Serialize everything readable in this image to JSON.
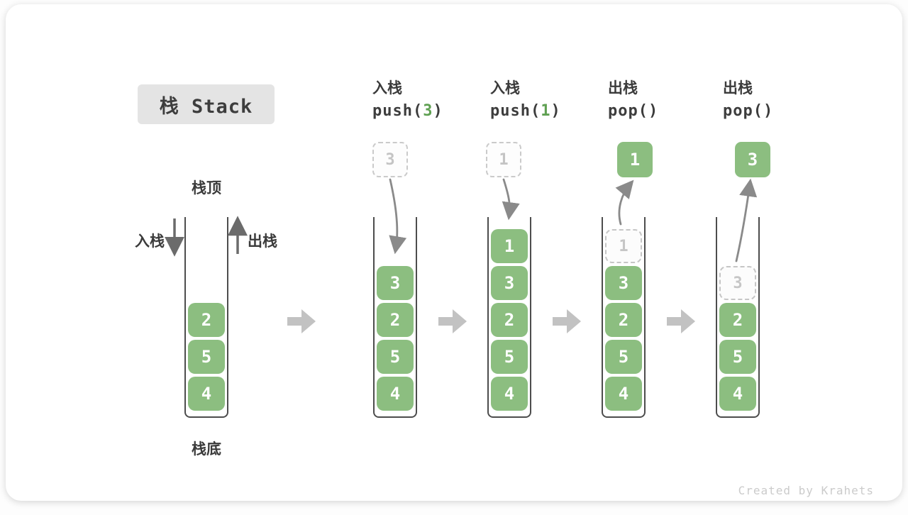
{
  "title": "栈 Stack",
  "watermark": "Created by Krahets",
  "colors": {
    "cell_green": "#8cbe80",
    "code_arg_green": "#5fa052",
    "container_border": "#4d4d4d",
    "block_arrow_gray": "#c2c2c2",
    "curve_arrow_gray": "#8a8a8a",
    "title_box_bg": "#e4e4e4"
  },
  "annotations": {
    "stack_top": "栈顶",
    "stack_bottom": "栈底",
    "push_side": "入栈",
    "pop_side": "出栈"
  },
  "operations": [
    {
      "label": "入栈",
      "code_pre": "push(",
      "arg": "3",
      "code_post": ")"
    },
    {
      "label": "入栈",
      "code_pre": "push(",
      "arg": "1",
      "code_post": ")"
    },
    {
      "label": "出栈",
      "code_pre": "pop(",
      "arg": "",
      "code_post": ")"
    },
    {
      "label": "出栈",
      "code_pre": "pop(",
      "arg": "",
      "code_post": ")"
    }
  ],
  "stacks": [
    {
      "cells": [
        "2",
        "5",
        "4"
      ]
    },
    {
      "cells": [
        "3",
        "2",
        "5",
        "4"
      ],
      "floating": "3"
    },
    {
      "cells": [
        "1",
        "3",
        "2",
        "5",
        "4"
      ],
      "floating": "1"
    },
    {
      "cells": [
        "3",
        "2",
        "5",
        "4"
      ],
      "ghost": "1",
      "floating": "1"
    },
    {
      "cells": [
        "2",
        "5",
        "4"
      ],
      "ghost": "3",
      "floating": "3"
    }
  ]
}
